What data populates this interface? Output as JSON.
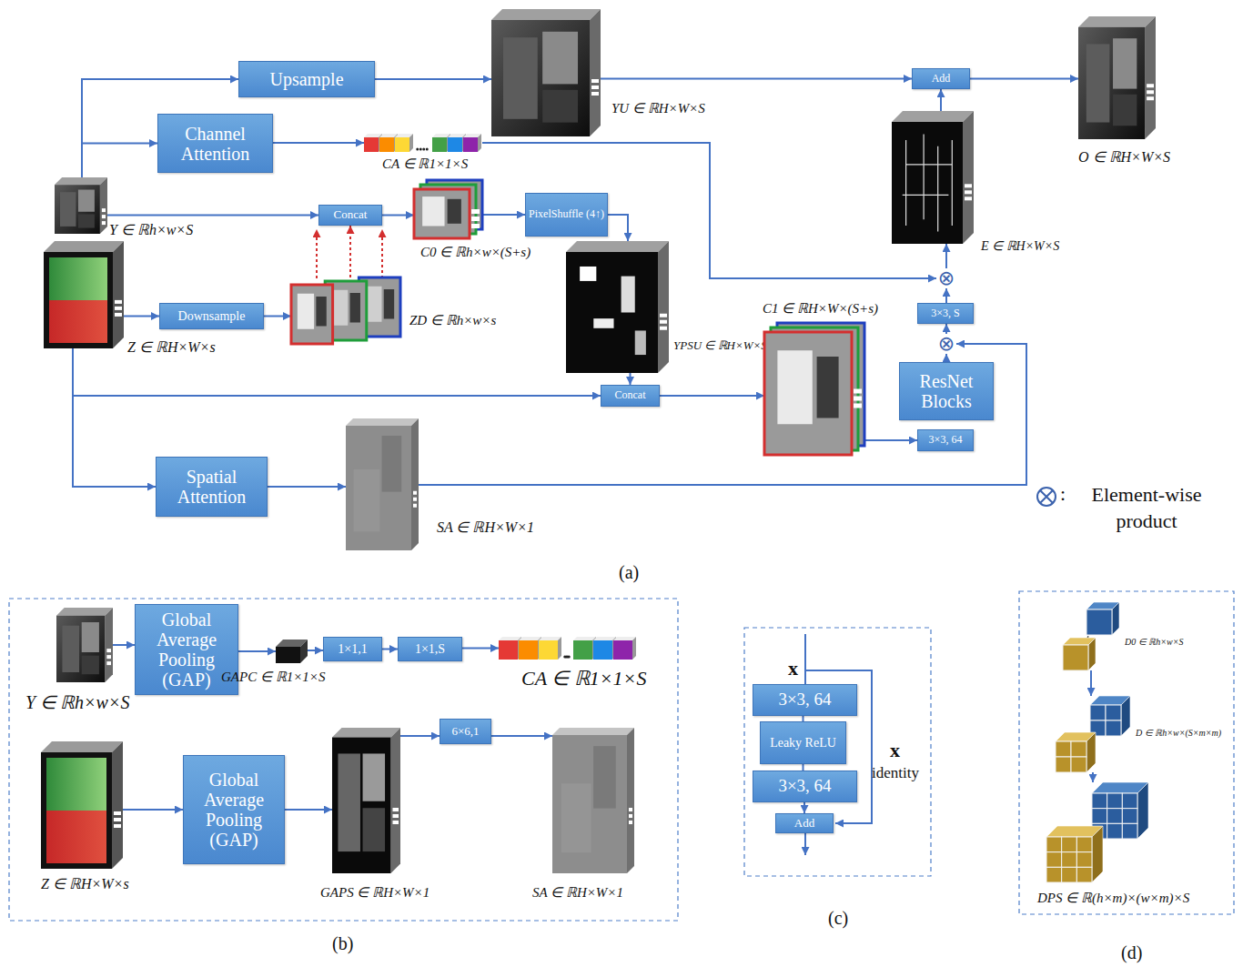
{
  "diagram": {
    "nodes": [
      {
        "text": [
          "Y ∈ ℝh×w×S"
        ]
      },
      {
        "text": [
          "Z ∈ ℝH×W×s"
        ]
      },
      {
        "text": [
          "Upsample"
        ]
      },
      {
        "text": [
          "Channel Attention"
        ]
      },
      {
        "text": [
          "Concat"
        ]
      },
      {
        "text": [
          "Downsample"
        ]
      },
      {
        "text": [
          "ZD ∈ ℝh×w×s"
        ]
      },
      {
        "text": [
          "C0 ∈ ℝh×w×(S+s)"
        ]
      },
      {
        "text": [
          "CA ∈ ℝ1×1×S"
        ]
      },
      {
        "text": [
          "PixelShuffle (4↑)"
        ]
      },
      {
        "text": [
          "YPSU ∈ ℝH×W×S"
        ]
      },
      {
        "text": [
          "YU ∈ ℝH×W×S"
        ]
      },
      {
        "text": [
          "Concat"
        ]
      },
      {
        "text": [
          "C1 ∈ ℝH×W×(S+s)"
        ]
      },
      {
        "text": [
          "Spatial Attention"
        ]
      },
      {
        "text": [
          "SA ∈ ℝH×W×1"
        ]
      },
      {
        "text": [
          "ResNet Blocks"
        ]
      },
      {
        "text": [
          "3×3, 64"
        ]
      },
      {
        "text": [
          "3×3, S"
        ]
      },
      {
        "text": [
          "E ∈ ℝH×W×S"
        ]
      },
      {
        "text": [
          "Add"
        ]
      },
      {
        "text": [
          "O ∈ ℝH×W×S"
        ]
      },
      {
        "text": [
          "⊗"
        ]
      },
      {
        "text": [
          "⊗"
        ]
      },
      {
        "text": [
          "Y ∈ ℝh×w×S"
        ]
      },
      {
        "text": [
          "Global Average Pooling (GAP)"
        ]
      },
      {
        "text": [
          "GAPC ∈ ℝ1×1×S"
        ]
      },
      {
        "text": [
          "1×1,1"
        ]
      },
      {
        "text": [
          "1×1,S"
        ]
      },
      {
        "text": [
          "CA ∈ ℝ1×1×S"
        ]
      },
      {
        "text": [
          "Z ∈ ℝH×W×s"
        ]
      },
      {
        "text": [
          "Global Average Pooling (GAP)"
        ]
      },
      {
        "text": [
          "GAPS ∈ ℝH×W×1"
        ]
      },
      {
        "text": [
          "6×6,1"
        ]
      },
      {
        "text": [
          "SA ∈ ℝH×W×1"
        ]
      },
      {
        "text": [
          "3×3, 64"
        ]
      },
      {
        "text": [
          "Leaky ReLU"
        ]
      },
      {
        "text": [
          "3×3, 64"
        ]
      },
      {
        "text": [
          "Add"
        ]
      },
      {
        "text": [
          "D0 ∈ ℝh×w×S"
        ]
      },
      {
        "text": [
          "D ∈ ℝh×w×(S×m×m)"
        ]
      },
      {
        "text": [
          "DPS ∈ ℝ(h×m)×(w×m)×S"
        ]
      }
    ],
    "edges": [
      {
        "from": 0,
        "to": 2,
        "arrow": "to"
      },
      {
        "from": 2,
        "to": 11,
        "arrow": "to"
      },
      {
        "from": 0,
        "to": 3,
        "arrow": "to"
      },
      {
        "from": 3,
        "to": 8,
        "arrow": "to"
      },
      {
        "from": 0,
        "to": 4,
        "arrow": "to"
      },
      {
        "from": 1,
        "to": 5,
        "arrow": "to"
      },
      {
        "from": 5,
        "to": 6,
        "arrow": "to"
      },
      {
        "from": 6,
        "to": 4,
        "arrow": "to"
      },
      {
        "from": 4,
        "to": 7,
        "arrow": "to"
      },
      {
        "from": 7,
        "to": 9,
        "arrow": "to"
      },
      {
        "from": 9,
        "to": 10,
        "arrow": "to"
      },
      {
        "from": 10,
        "to": 12,
        "arrow": "to"
      },
      {
        "from": 1,
        "to": 12,
        "arrow": "to"
      },
      {
        "from": 12,
        "to": 13,
        "arrow": "to"
      },
      {
        "from": 1,
        "to": 14,
        "arrow": "to"
      },
      {
        "from": 14,
        "to": 15,
        "arrow": "to"
      },
      {
        "from": 13,
        "to": 17,
        "arrow": "to"
      },
      {
        "from": 16,
        "to": 23,
        "arrow": "to"
      },
      {
        "from": 23,
        "to": 18,
        "arrow": "to"
      },
      {
        "from": 15,
        "to": 23,
        "arrow": "to"
      },
      {
        "from": 18,
        "to": 22,
        "arrow": "to"
      },
      {
        "from": 8,
        "to": 22,
        "arrow": "to"
      },
      {
        "from": 22,
        "to": 19,
        "arrow": "to"
      },
      {
        "from": 19,
        "to": 20,
        "arrow": "to"
      },
      {
        "from": 11,
        "to": 20,
        "arrow": "to"
      },
      {
        "from": 20,
        "to": 21,
        "arrow": "to"
      },
      {
        "from": 24,
        "to": 25,
        "arrow": "to"
      },
      {
        "from": 25,
        "to": 26,
        "arrow": "to"
      },
      {
        "from": 26,
        "to": 27,
        "arrow": "to"
      },
      {
        "from": 27,
        "to": 28,
        "arrow": "to"
      },
      {
        "from": 28,
        "to": 29,
        "arrow": "to"
      },
      {
        "from": 30,
        "to": 31,
        "arrow": "to"
      },
      {
        "from": 31,
        "to": 32,
        "arrow": "to"
      },
      {
        "from": 32,
        "to": 33,
        "arrow": "to"
      },
      {
        "from": 33,
        "to": 34,
        "arrow": "to"
      },
      {
        "from": 35,
        "to": 36,
        "arrow": "none"
      },
      {
        "from": 36,
        "to": 37,
        "arrow": "none"
      },
      {
        "from": 37,
        "to": 38,
        "arrow": "to"
      },
      {
        "from": 39,
        "to": 40,
        "arrow": "to"
      },
      {
        "from": 40,
        "to": 41,
        "arrow": "to"
      }
    ],
    "labels": [
      "(a)",
      "(b)",
      "(c)",
      "(d)",
      "x",
      "x",
      "identity",
      ":"
    ],
    "legend": [
      {
        "text": "Element-wise product"
      }
    ]
  }
}
